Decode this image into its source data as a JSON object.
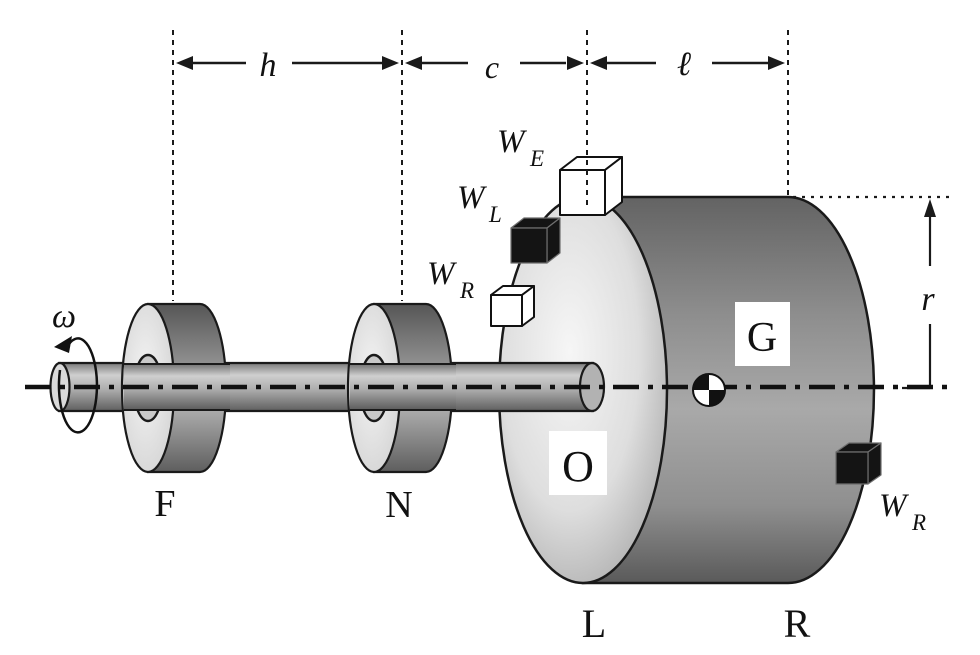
{
  "colors": {
    "background": "#ffffff",
    "ink": "#1a1a1a",
    "metal_highlight": "#f2f2f2",
    "metal_mid": "#a6a6a6",
    "metal_shadow": "#5a5a5a"
  },
  "rotation": {
    "omega": "ω"
  },
  "dimensions": {
    "h": "h",
    "c": "c",
    "ell": "ℓ",
    "r": "r"
  },
  "stations": {
    "F": "F",
    "N": "N",
    "L": "L",
    "R": "R"
  },
  "markers": {
    "G": "G",
    "O": "O"
  },
  "weights": {
    "e": {
      "symbol": "W",
      "sub": "E"
    },
    "l": {
      "symbol": "W",
      "sub": "L"
    },
    "r_face": {
      "symbol": "W",
      "sub": "R"
    },
    "r_right": {
      "symbol": "W",
      "sub": "R"
    }
  }
}
